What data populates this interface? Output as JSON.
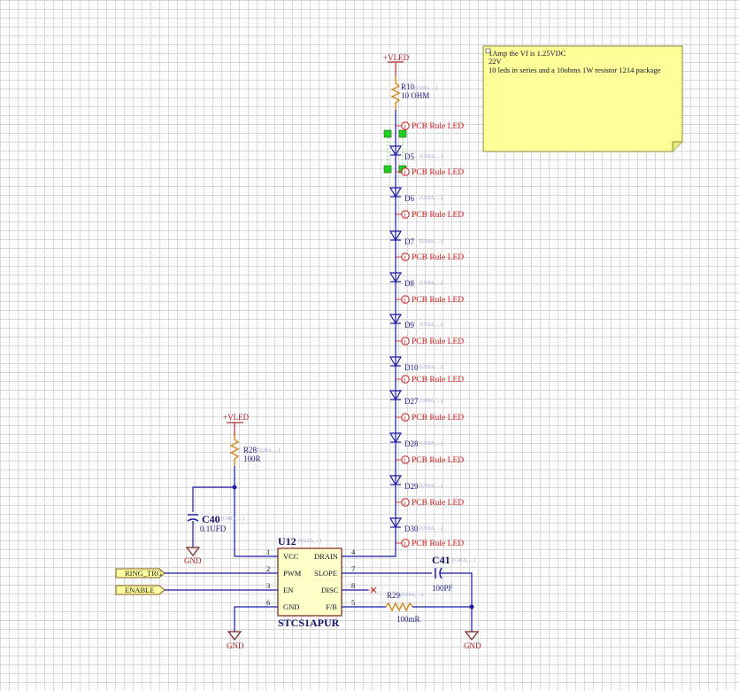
{
  "note": {
    "lines": [
      "1Amp the Vf is 1.25VDC",
      "22V",
      "10 leds in series and a 10ohms 1W resistor 1214 package"
    ]
  },
  "power": {
    "vled_top": "+VLED",
    "vled_left": "+VLED"
  },
  "ground": {
    "gnd1": "GND",
    "gnd2": "GND",
    "gnd3": "GND"
  },
  "resistors": {
    "r10": {
      "ref": "R10",
      "value": "10 OHM",
      "tag": "(U10A, ...)"
    },
    "r28": {
      "ref": "R28",
      "value": "100R",
      "tag": "(U28A, ...)"
    },
    "r29": {
      "ref": "R29",
      "value": "100mR",
      "tag": "(U29A, ...)"
    }
  },
  "capacitors": {
    "c40": {
      "ref": "C40",
      "value": "0.1UFD",
      "tag": "(C40A, ...)"
    },
    "c41": {
      "ref": "C41",
      "value": "100PF",
      "tag": "(C41A, ...)"
    }
  },
  "leds": {
    "rule_label": "PCB Rule LED",
    "refs": [
      "D5",
      "D6",
      "D7",
      "D8",
      "D9",
      "D10",
      "D27",
      "D28",
      "D29",
      "D30"
    ],
    "tag": "(U10A, ...)"
  },
  "ic": {
    "ref": "U12",
    "tag": "(U12A, ...)",
    "part": "STCS1APUR",
    "pins_left": [
      {
        "num": "1",
        "name": "VCC"
      },
      {
        "num": "2",
        "name": "PWM"
      },
      {
        "num": "3",
        "name": "EN"
      },
      {
        "num": "6",
        "name": "GND"
      }
    ],
    "pins_right": [
      {
        "num": "4",
        "name": "DRAIN"
      },
      {
        "num": "7",
        "name": "SLOPE"
      },
      {
        "num": "8",
        "name": "DISC"
      },
      {
        "num": "5",
        "name": "F/B"
      }
    ]
  },
  "ports": {
    "ring_trg": "RING_TRG",
    "enable": "ENABLE"
  },
  "colors": {
    "wire": "#1a1aa6",
    "resistor": "#d2881c",
    "note_bg": "#ffff99",
    "rule_red": "#d01818",
    "grid": "#d8d8d8"
  }
}
